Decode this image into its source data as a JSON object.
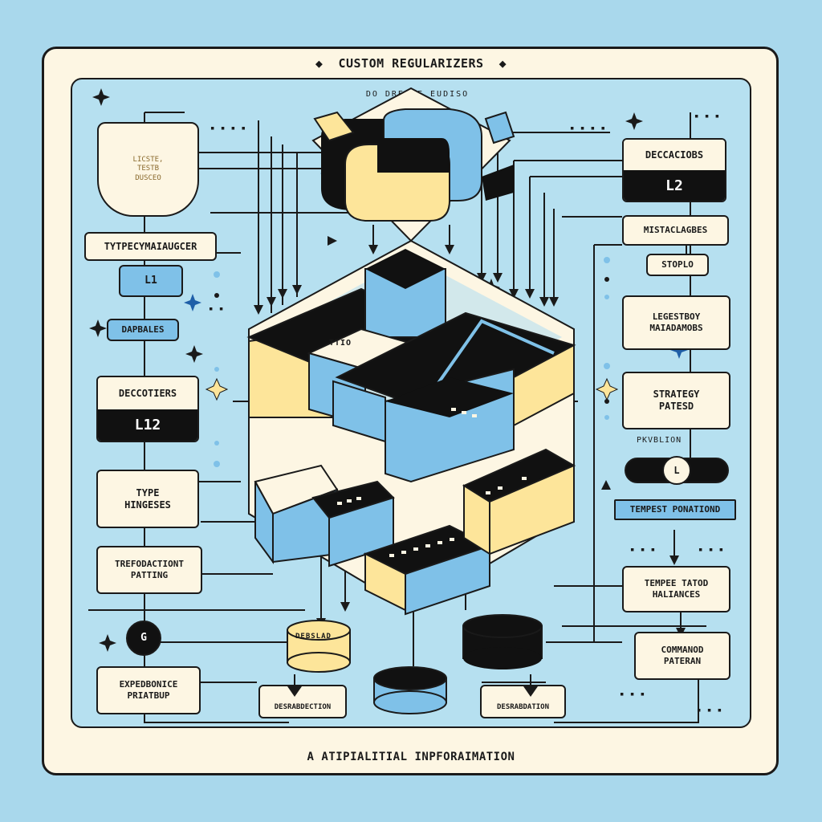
{
  "header": {
    "title": "CUSTOM REGULARIZERS",
    "subtitle": "DO DREBAE EUDISO",
    "footer": "A ATIPIALITIAL INPFORAIMATION"
  },
  "left": {
    "shield_text": "LICSTE,\nTESTB\nDUSCEO",
    "typecheck": "TYTPECYMAIAUGCER",
    "l1": "L1",
    "dapbales": "DAPBALES",
    "decorators_title": "DECCOTIERS",
    "decorators_value": "L12",
    "type_hinges": "TYPE\nHINGESES",
    "tref_patterns": "TREFODACTIONT\nPATTING",
    "g_label": "G",
    "expedience": "EXPEDBONICE\nPRIATBUP"
  },
  "right": {
    "decorators_title": "DECCACIOBS",
    "decorators_value": "L2",
    "metaclasses": "MISTACLAGBES",
    "stoplo": "STOPLO",
    "legestboy": "LEGESTBOY\nMAIADAMOBS",
    "strategy": "STRATEGY\nPATESD",
    "pkvblion": "PKVBLION",
    "l_label": "L",
    "tempest": "TEMPEST PONATIOND",
    "template": "TEMPEE TATOD\nHALIANCES",
    "command": "COMMANOD\nPATERAN"
  },
  "center": {
    "block_label": "TTIO",
    "cyl_left": "DEBSLAD",
    "dest_left": "DESRABDECTION",
    "dest_right": "DESRABDATION"
  },
  "colors": {
    "background": "#a9d8ec",
    "frame": "#fdf6e3",
    "panel": "#b6e0f0",
    "blue": "#7fc1e8",
    "yellow": "#fde59a",
    "black": "#111111"
  },
  "icons": [
    "python-logo-icon",
    "sparkle-icon",
    "arrow-icon"
  ]
}
